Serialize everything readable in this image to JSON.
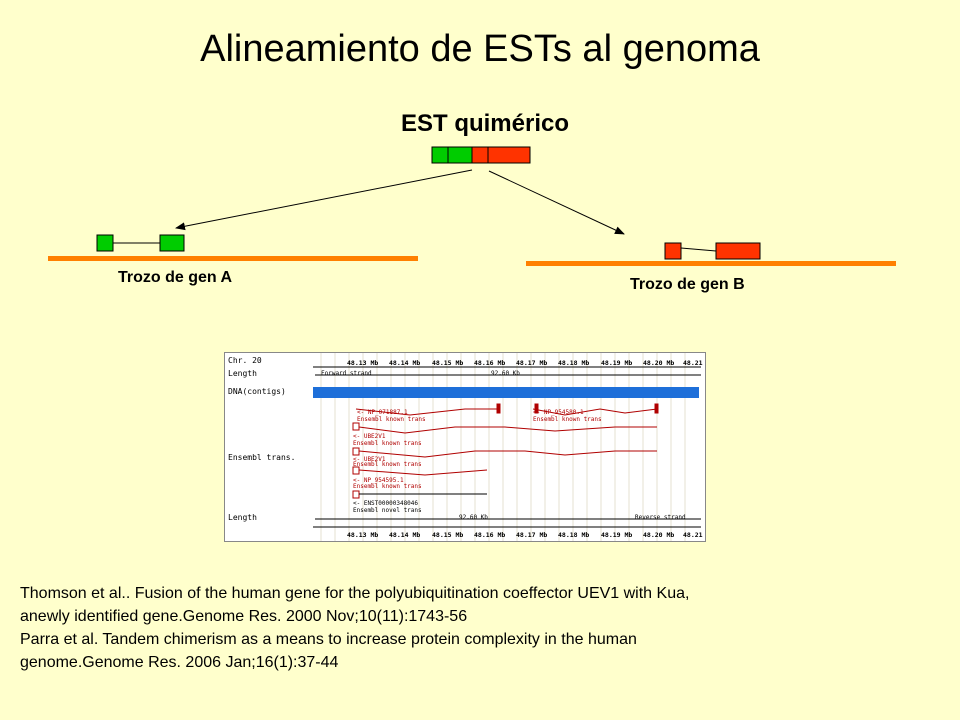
{
  "title": "Alineamiento de ESTs al genoma",
  "est_label": "EST quimérico",
  "gene_a_label": "Trozo de gen A",
  "gene_b_label": "Trozo de gen B",
  "colors": {
    "background": "#ffffcc",
    "green_exon": "#00cc00",
    "red_exon": "#ff3300",
    "gene_line": "#ff8000",
    "browser_blue": "#1e6fd9",
    "transcript_red": "#b00000"
  },
  "browser": {
    "chr_label": "Chr. 20",
    "length_label": "Length",
    "dna_label": "DNA(contigs)",
    "ensembl_label": "Ensembl trans.",
    "length_bottom_label": "Length",
    "coords": [
      "48.13 Mb",
      "48.14 Mb",
      "48.15 Mb",
      "48.16 Mb",
      "48.17 Mb",
      "48.18 Mb",
      "48.19 Mb",
      "48.20 Mb",
      "48.21"
    ],
    "forward_strand": "Forward strand",
    "reverse_strand": "Reverse strand",
    "length_kb": "92.60 Kb",
    "transcripts": [
      {
        "name": "<- NP_071887.1",
        "type": "Ensembl known trans"
      },
      {
        "name": "<- NP_954580.1",
        "type": "Ensembl known trans"
      },
      {
        "name": "<- UBE2V1",
        "type": "Ensembl known trans"
      },
      {
        "name": "<- UBE2V1",
        "type": "Ensembl known trans"
      },
      {
        "name": "<- NP_954595.1",
        "type": "Ensembl known trans"
      },
      {
        "name": "<- ENST00000348046",
        "type": "Ensembl novel trans"
      }
    ]
  },
  "references": [
    "Thomson et al.. Fusion of the human gene for the polyubiquitination coeffector UEV1 with Kua,",
    "anewly identified gene.Genome Res. 2000 Nov;10(11):1743-56",
    "Parra et al.  Tandem chimerism as a means to increase protein complexity in the human",
    "genome.Genome Res. 2006 Jan;16(1):37-44"
  ]
}
